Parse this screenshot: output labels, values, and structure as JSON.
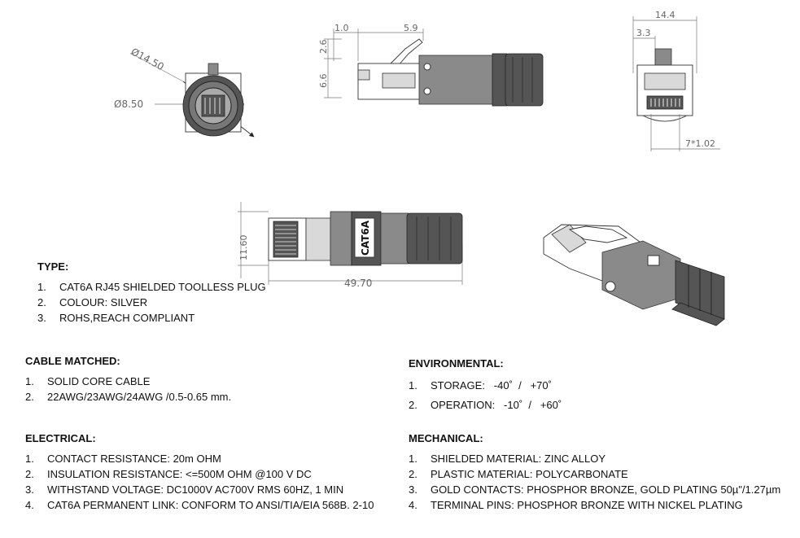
{
  "dimensions": {
    "outer_diameter": "Ø14.50",
    "inner_diameter": "Ø8.50",
    "side_top_a": "1.0",
    "side_top_b": "5.9",
    "side_left_a": "2.6",
    "side_left_b": "6.6",
    "front_width": "14.4",
    "front_offset": "3.3",
    "pin_pitch": "7*1.02",
    "top_height": "11.60",
    "top_length": "49.70"
  },
  "plug_label": "CAT6A",
  "type": {
    "heading": "TYPE:",
    "items": [
      {
        "num": "1.",
        "text": "CAT6A RJ45 SHIELDED TOOLLESS PLUG"
      },
      {
        "num": "2.",
        "text": "COLOUR: SILVER"
      },
      {
        "num": "3.",
        "text": "ROHS,REACH COMPLIANT"
      }
    ]
  },
  "cable_matched": {
    "heading": "CABLE MATCHED:",
    "items": [
      {
        "num": "1.",
        "text": "SOLID CORE CABLE"
      },
      {
        "num": "2.",
        "text": "22AWG/23AWG/24AWG /0.5-0.65 mm."
      }
    ]
  },
  "electrical": {
    "heading": "ELECTRICAL:",
    "items": [
      {
        "num": "1.",
        "text": "CONTACT RESISTANCE: 20m OHM"
      },
      {
        "num": "2.",
        "text": "INSULATION RESISTANCE: <=500M OHM @100 V DC"
      },
      {
        "num": "3.",
        "text": "WITHSTAND VOLTAGE: DC1000V AC700V RMS 60HZ, 1 MIN"
      },
      {
        "num": "4.",
        "text": "CAT6A PERMANENT LINK: CONFORM TO ANSI/TIA/EIA 568B. 2-10"
      }
    ]
  },
  "environmental": {
    "heading": "ENVIRONMENTAL:",
    "items": [
      {
        "num": "1.",
        "text": "STORAGE:   -40˚  /   +70˚"
      },
      {
        "num": "2.",
        "text": "OPERATION:   -10˚  /   +60˚"
      }
    ]
  },
  "mechanical": {
    "heading": "MECHANICAL:",
    "items": [
      {
        "num": "1.",
        "text": "SHIELDED MATERIAL: ZINC ALLOY"
      },
      {
        "num": "2.",
        "text": "PLASTIC MATERIAL: POLYCARBONATE"
      },
      {
        "num": "3.",
        "text": "GOLD CONTACTS: PHOSPHOR BRONZE, GOLD PLATING 50µ\"/1.27µm"
      },
      {
        "num": "4.",
        "text": "TERMINAL PINS: PHOSPHOR BRONZE WITH NICKEL PLATING"
      }
    ]
  }
}
